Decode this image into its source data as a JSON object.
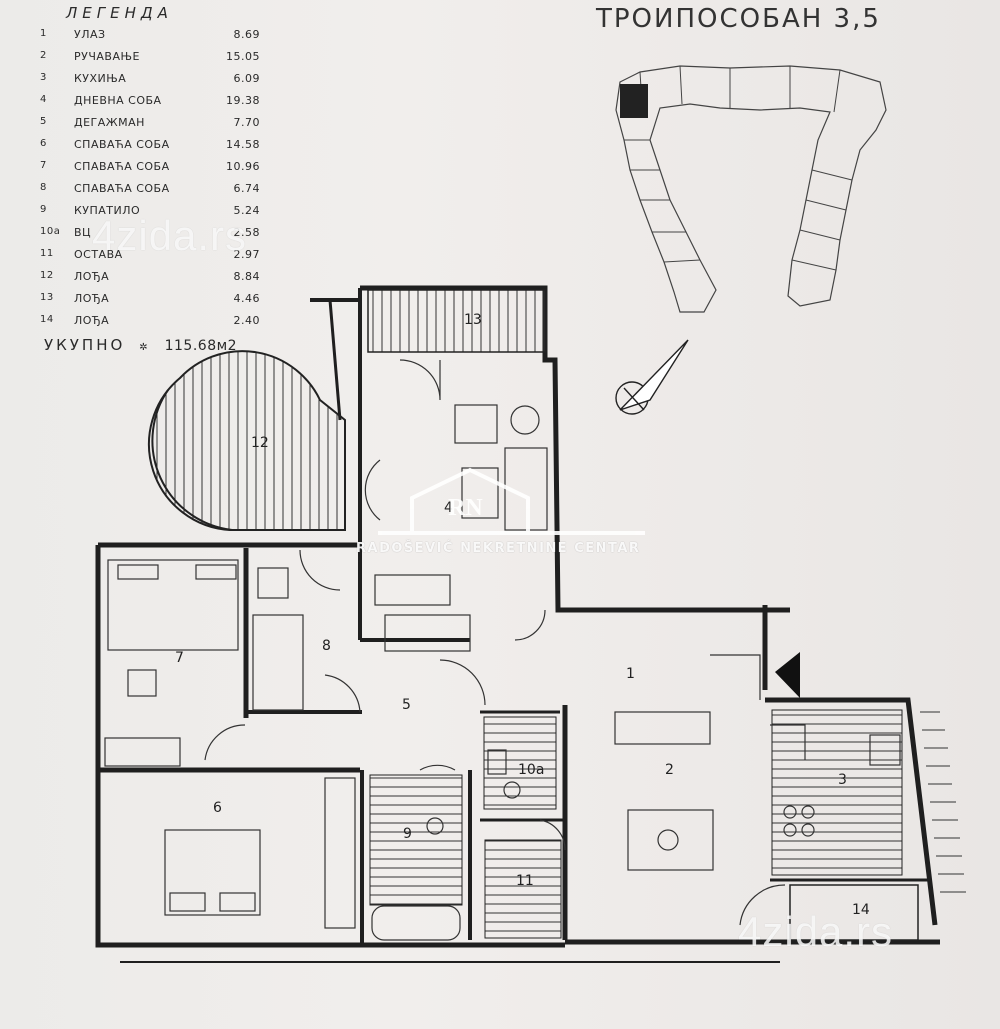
{
  "title": "ТРОИПОСОБАН 3,5",
  "legend": {
    "title": "ЛЕГЕНДА",
    "rows": [
      {
        "num": "1",
        "name": "УЛАЗ",
        "area": "8.69"
      },
      {
        "num": "2",
        "name": "РУЧАВАЊЕ",
        "area": "15.05"
      },
      {
        "num": "3",
        "name": "КУХИЊА",
        "area": "6.09"
      },
      {
        "num": "4",
        "name": "ДНЕВНА СОБА",
        "area": "19.38"
      },
      {
        "num": "5",
        "name": "ДЕГАЖМАН",
        "area": "7.70"
      },
      {
        "num": "6",
        "name": "СПАВАЋА СОБА",
        "area": "14.58"
      },
      {
        "num": "7",
        "name": "СПАВАЋА СОБА",
        "area": "10.96"
      },
      {
        "num": "8",
        "name": "СПАВАЋА СОБА",
        "area": "6.74"
      },
      {
        "num": "9",
        "name": "КУПАТИЛО",
        "area": "5.24"
      },
      {
        "num": "10a",
        "name": "ВЦ",
        "area": "2.58"
      },
      {
        "num": "11",
        "name": "ОСТАВА",
        "area": "2.97"
      },
      {
        "num": "12",
        "name": "ЛОЂА",
        "area": "8.84"
      },
      {
        "num": "13",
        "name": "ЛОЂА",
        "area": "4.46"
      },
      {
        "num": "14",
        "name": "ЛОЂА",
        "area": "2.40"
      }
    ],
    "total_label": "УКУПНО",
    "total_value": "115.68м2"
  },
  "rooms": [
    {
      "label": "1"
    },
    {
      "label": "2"
    },
    {
      "label": "3"
    },
    {
      "label": "4"
    },
    {
      "label": "5"
    },
    {
      "label": "6"
    },
    {
      "label": "7"
    },
    {
      "label": "8"
    },
    {
      "label": "9"
    },
    {
      "label": "10a"
    },
    {
      "label": "11"
    },
    {
      "label": "12"
    },
    {
      "label": "13"
    },
    {
      "label": "14"
    }
  ],
  "watermarks": {
    "site": "4zida.rs",
    "agency": "RADOŠEVIĆ NEKRETNINE CENTAR",
    "logo_text": "RN"
  },
  "colors": {
    "paper": "#eeeae8",
    "ink": "#1f1f1f",
    "watermark": "#ffffff"
  }
}
